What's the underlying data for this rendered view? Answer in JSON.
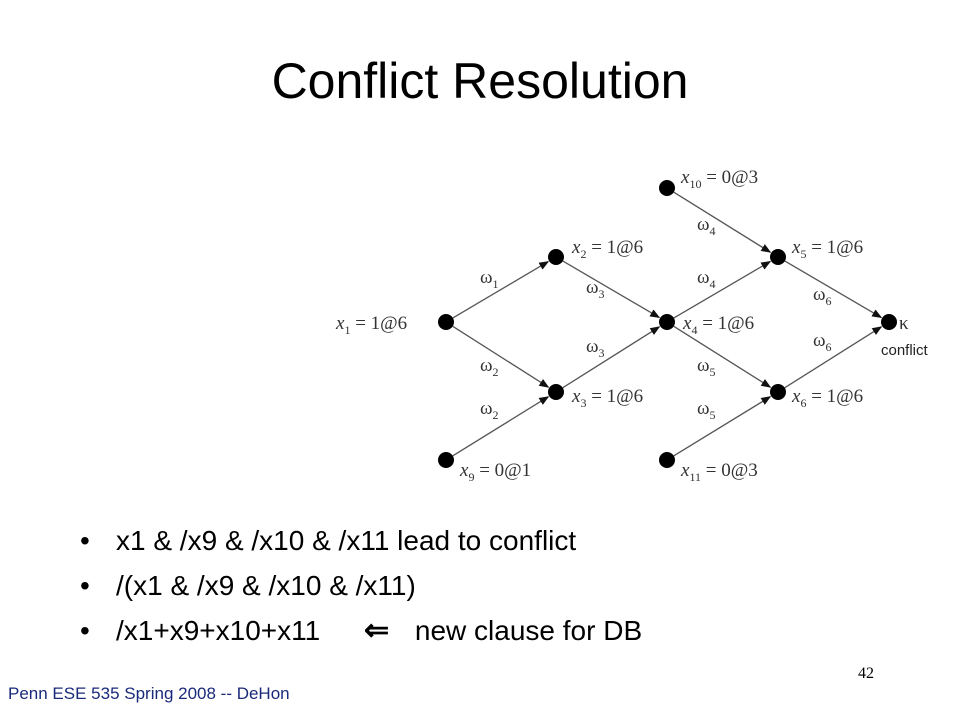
{
  "slide": {
    "title": "Conflict Resolution",
    "page_number": "42",
    "footer": "Penn ESE 535 Spring 2008 -- DeHon"
  },
  "graph": {
    "nodes": [
      {
        "id": "x1",
        "var": "x",
        "sub": "1",
        "assign": " = 1@6"
      },
      {
        "id": "x2",
        "var": "x",
        "sub": "2",
        "assign": " = 1@6"
      },
      {
        "id": "x3",
        "var": "x",
        "sub": "3",
        "assign": " = 1@6"
      },
      {
        "id": "x4",
        "var": "x",
        "sub": "4",
        "assign": " = 1@6"
      },
      {
        "id": "x5",
        "var": "x",
        "sub": "5",
        "assign": " = 1@6"
      },
      {
        "id": "x6",
        "var": "x",
        "sub": "6",
        "assign": " = 1@6"
      },
      {
        "id": "x9",
        "var": "x",
        "sub": "9",
        "assign": " = 0@1"
      },
      {
        "id": "x10",
        "var": "x",
        "sub": "10",
        "assign": " = 0@3"
      },
      {
        "id": "x11",
        "var": "x",
        "sub": "11",
        "assign": " = 0@3"
      },
      {
        "id": "k",
        "var": "κ",
        "sub": "",
        "assign": "",
        "caption": "conflict"
      }
    ],
    "edges": [
      {
        "from": "x1",
        "to": "x2",
        "label": "ω",
        "sub": "1"
      },
      {
        "from": "x1",
        "to": "x3",
        "label": "ω",
        "sub": "2"
      },
      {
        "from": "x9",
        "to": "x3",
        "label": "ω",
        "sub": "2"
      },
      {
        "from": "x2",
        "to": "x4",
        "label": "ω",
        "sub": "3"
      },
      {
        "from": "x3",
        "to": "x4",
        "label": "ω",
        "sub": "3"
      },
      {
        "from": "x10",
        "to": "x5",
        "label": "ω",
        "sub": "4"
      },
      {
        "from": "x4",
        "to": "x5",
        "label": "ω",
        "sub": "4"
      },
      {
        "from": "x4",
        "to": "x6",
        "label": "ω",
        "sub": "5"
      },
      {
        "from": "x11",
        "to": "x6",
        "label": "ω",
        "sub": "5"
      },
      {
        "from": "x5",
        "to": "k",
        "label": "ω",
        "sub": "6"
      },
      {
        "from": "x6",
        "to": "k",
        "label": "ω",
        "sub": "6"
      }
    ]
  },
  "bullets": [
    {
      "marker": "•",
      "text": "x1 & /x9 & /x10 & /x11 lead to conflict"
    },
    {
      "marker": "•",
      "text": "/(x1 & /x9 & /x10 & /x11)"
    },
    {
      "marker": "•",
      "text": "/x1+x9+x10+x11",
      "arrow": "⇐",
      "after": "new clause for DB"
    }
  ]
}
